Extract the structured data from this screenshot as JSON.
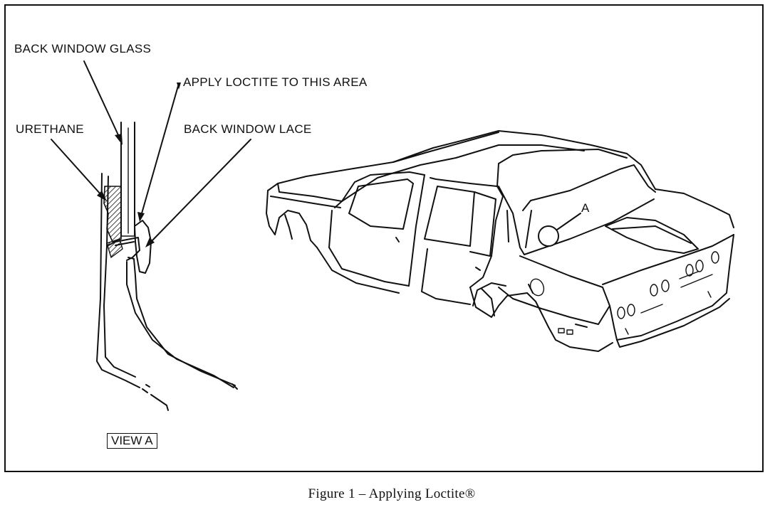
{
  "labels": {
    "back_window_glass": "BACK WINDOW GLASS",
    "apply_loctite": "APPLY LOCTITE TO THIS AREA",
    "urethane": "URETHANE",
    "back_window_lace": "BACK WINDOW LACE",
    "view_a": "VIEW A",
    "detail_a": "A"
  },
  "caption": "Figure 1 – Applying Loctite®"
}
